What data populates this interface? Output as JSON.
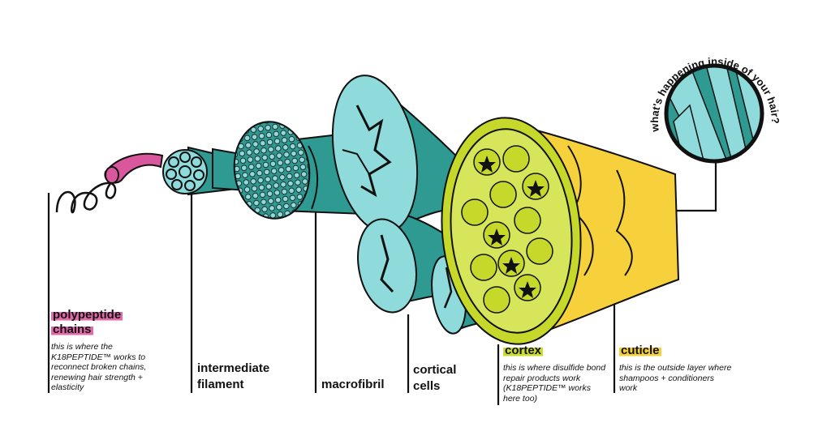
{
  "callout": {
    "text": "what's happening inside of your hair?"
  },
  "labels": {
    "polypeptide": {
      "title_line1": "polypeptide",
      "title_line2": "chains",
      "desc": "this is where the K18PEPTIDE™ works to reconnect broken chains, renewing hair strength + elasticity"
    },
    "intermediate": {
      "title_line1": "intermediate",
      "title_line2": "filament"
    },
    "macrofibril": {
      "title": "macrofibril"
    },
    "cortical": {
      "title_line1": "cortical",
      "title_line2": "cells"
    },
    "cortex": {
      "title": "cortex",
      "desc": "this is where disulfide bond repair products work (K18PEPTIDE™ works here too)"
    },
    "cuticle": {
      "title": "cuticle",
      "desc": "this is the outside layer where shampoos + conditioners work"
    }
  },
  "colors": {
    "teal": "#2e9a92",
    "teal_light": "#8fdada",
    "pink": "#d9579c",
    "lime": "#c6d82a",
    "yellow": "#f7d13b",
    "outline": "#111111"
  }
}
